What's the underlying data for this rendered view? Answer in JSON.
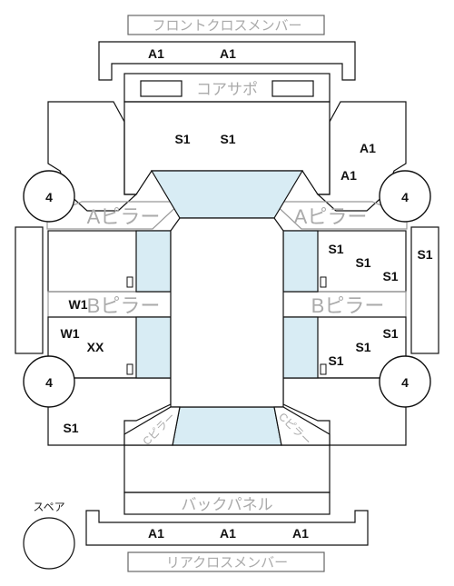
{
  "labels": {
    "front_cross_member": "フロントクロスメンバー",
    "core_support": "コアサポ",
    "a_pillar": "Aピラー",
    "b_pillar": "Bピラー",
    "c_pillar": "Cピラー",
    "back_panel": "バックパネル",
    "rear_cross_member": "リアクロスメンバー",
    "spare": "スペア"
  },
  "marks": {
    "front_cross_left": "A1",
    "front_cross_right": "A1",
    "core_left": "S1",
    "core_right": "S1",
    "front_right_upper": "A1",
    "front_right_lower": "A1",
    "wheel_front_left": "4",
    "wheel_front_right": "4",
    "wheel_rear_left": "4",
    "wheel_rear_right": "4",
    "right_upper_1": "S1",
    "right_upper_2": "S1",
    "right_upper_3": "S1",
    "right_side_panel": "S1",
    "left_b_pillar": "W1",
    "left_lower_w1": "W1",
    "left_lower_xx": "XX",
    "right_lower_1": "S1",
    "right_lower_2": "S1",
    "right_lower_3": "S1",
    "rear_left_quarter": "S1",
    "rear_cross_left": "A1",
    "rear_cross_center": "A1",
    "rear_cross_right": "A1"
  },
  "colors": {
    "glass": "#d8ecf4",
    "line": "#111111",
    "label_gray": "#aaaaaa"
  }
}
